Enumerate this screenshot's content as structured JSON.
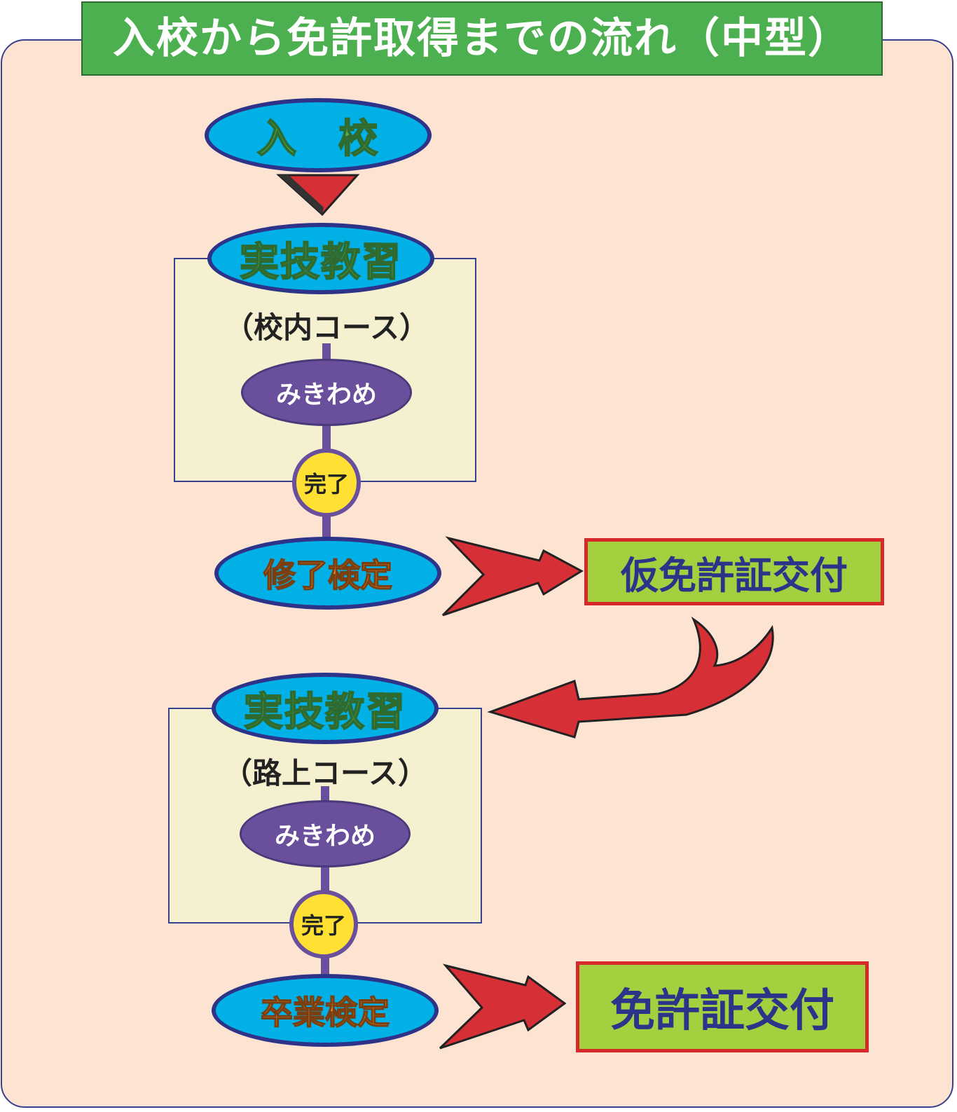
{
  "title": "入校から免許取得までの流れ（中型）",
  "steps": {
    "enroll": "入　校",
    "practice": "実技教習",
    "course_school": "（校内コース）",
    "course_road": "（路上コース）",
    "mikiwame": "みきわめ",
    "complete": "完了",
    "shuryo_exam": "修了検定",
    "sotsugyo_exam": "卒業検定",
    "provisional_license": "仮免許証交付",
    "license": "免許証交付"
  },
  "colors": {
    "title_bg": "#4caf50",
    "panel_bg": "#fde3d2",
    "oval_blue": "#00b0e6",
    "oval_purple": "#6a4f9c",
    "complete_yellow": "#ffe033",
    "arrow_red": "#d62f36",
    "license_green": "#a4cf3f"
  }
}
